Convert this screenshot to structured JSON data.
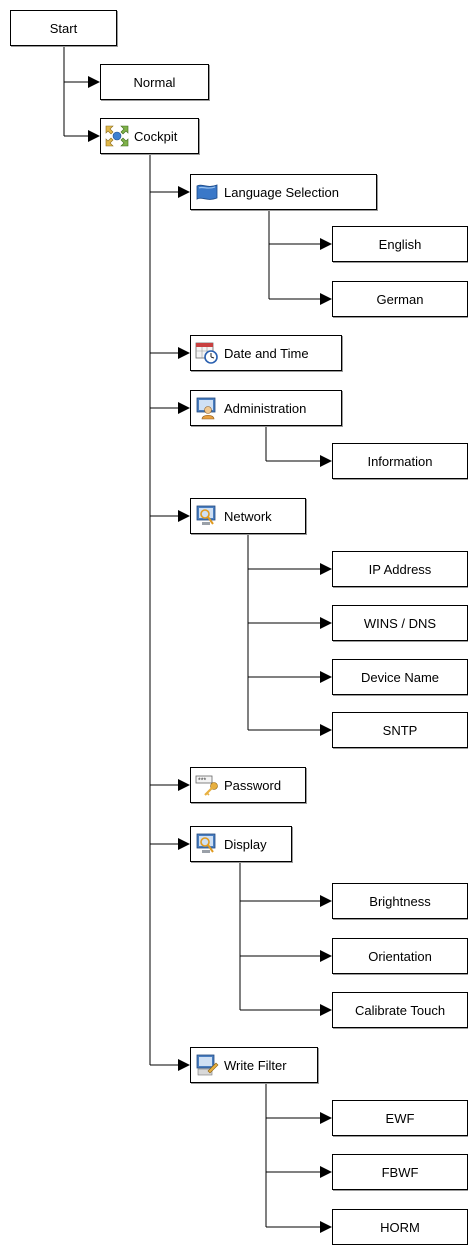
{
  "nodes": {
    "start": {
      "label": "Start"
    },
    "normal": {
      "label": "Normal"
    },
    "cockpit": {
      "label": "Cockpit",
      "icon": "cockpit-icon"
    },
    "language_selection": {
      "label": "Language Selection",
      "icon": "flag-icon"
    },
    "english": {
      "label": "English"
    },
    "german": {
      "label": "German"
    },
    "date_time": {
      "label": "Date and Time",
      "icon": "calendar-clock-icon"
    },
    "administration": {
      "label": "Administration",
      "icon": "admin-user-icon"
    },
    "information": {
      "label": "Information"
    },
    "network": {
      "label": "Network",
      "icon": "network-monitor-icon"
    },
    "ip_address": {
      "label": "IP Address"
    },
    "wins_dns": {
      "label": "WINS / DNS"
    },
    "device_name": {
      "label": "Device Name"
    },
    "sntp": {
      "label": "SNTP"
    },
    "password": {
      "label": "Password",
      "icon": "password-key-icon"
    },
    "display": {
      "label": "Display",
      "icon": "display-monitor-icon"
    },
    "brightness": {
      "label": "Brightness"
    },
    "orientation": {
      "label": "Orientation"
    },
    "calibrate_touch": {
      "label": "Calibrate Touch"
    },
    "write_filter": {
      "label": "Write Filter",
      "icon": "write-filter-icon"
    },
    "ewf": {
      "label": "EWF"
    },
    "fbwf": {
      "label": "FBWF"
    },
    "horm": {
      "label": "HORM"
    }
  },
  "edges": [
    [
      "start",
      "normal"
    ],
    [
      "start",
      "cockpit"
    ],
    [
      "cockpit",
      "language_selection"
    ],
    [
      "cockpit",
      "date_time"
    ],
    [
      "cockpit",
      "administration"
    ],
    [
      "cockpit",
      "network"
    ],
    [
      "cockpit",
      "password"
    ],
    [
      "cockpit",
      "display"
    ],
    [
      "cockpit",
      "write_filter"
    ],
    [
      "language_selection",
      "english"
    ],
    [
      "language_selection",
      "german"
    ],
    [
      "administration",
      "information"
    ],
    [
      "network",
      "ip_address"
    ],
    [
      "network",
      "wins_dns"
    ],
    [
      "network",
      "device_name"
    ],
    [
      "network",
      "sntp"
    ],
    [
      "display",
      "brightness"
    ],
    [
      "display",
      "orientation"
    ],
    [
      "display",
      "calibrate_touch"
    ],
    [
      "write_filter",
      "ewf"
    ],
    [
      "write_filter",
      "fbwf"
    ],
    [
      "write_filter",
      "horm"
    ]
  ],
  "colors": {
    "line": "#000000",
    "box_border": "#000000",
    "box_fill": "#ffffff",
    "shadow": "#9a9a9a"
  }
}
